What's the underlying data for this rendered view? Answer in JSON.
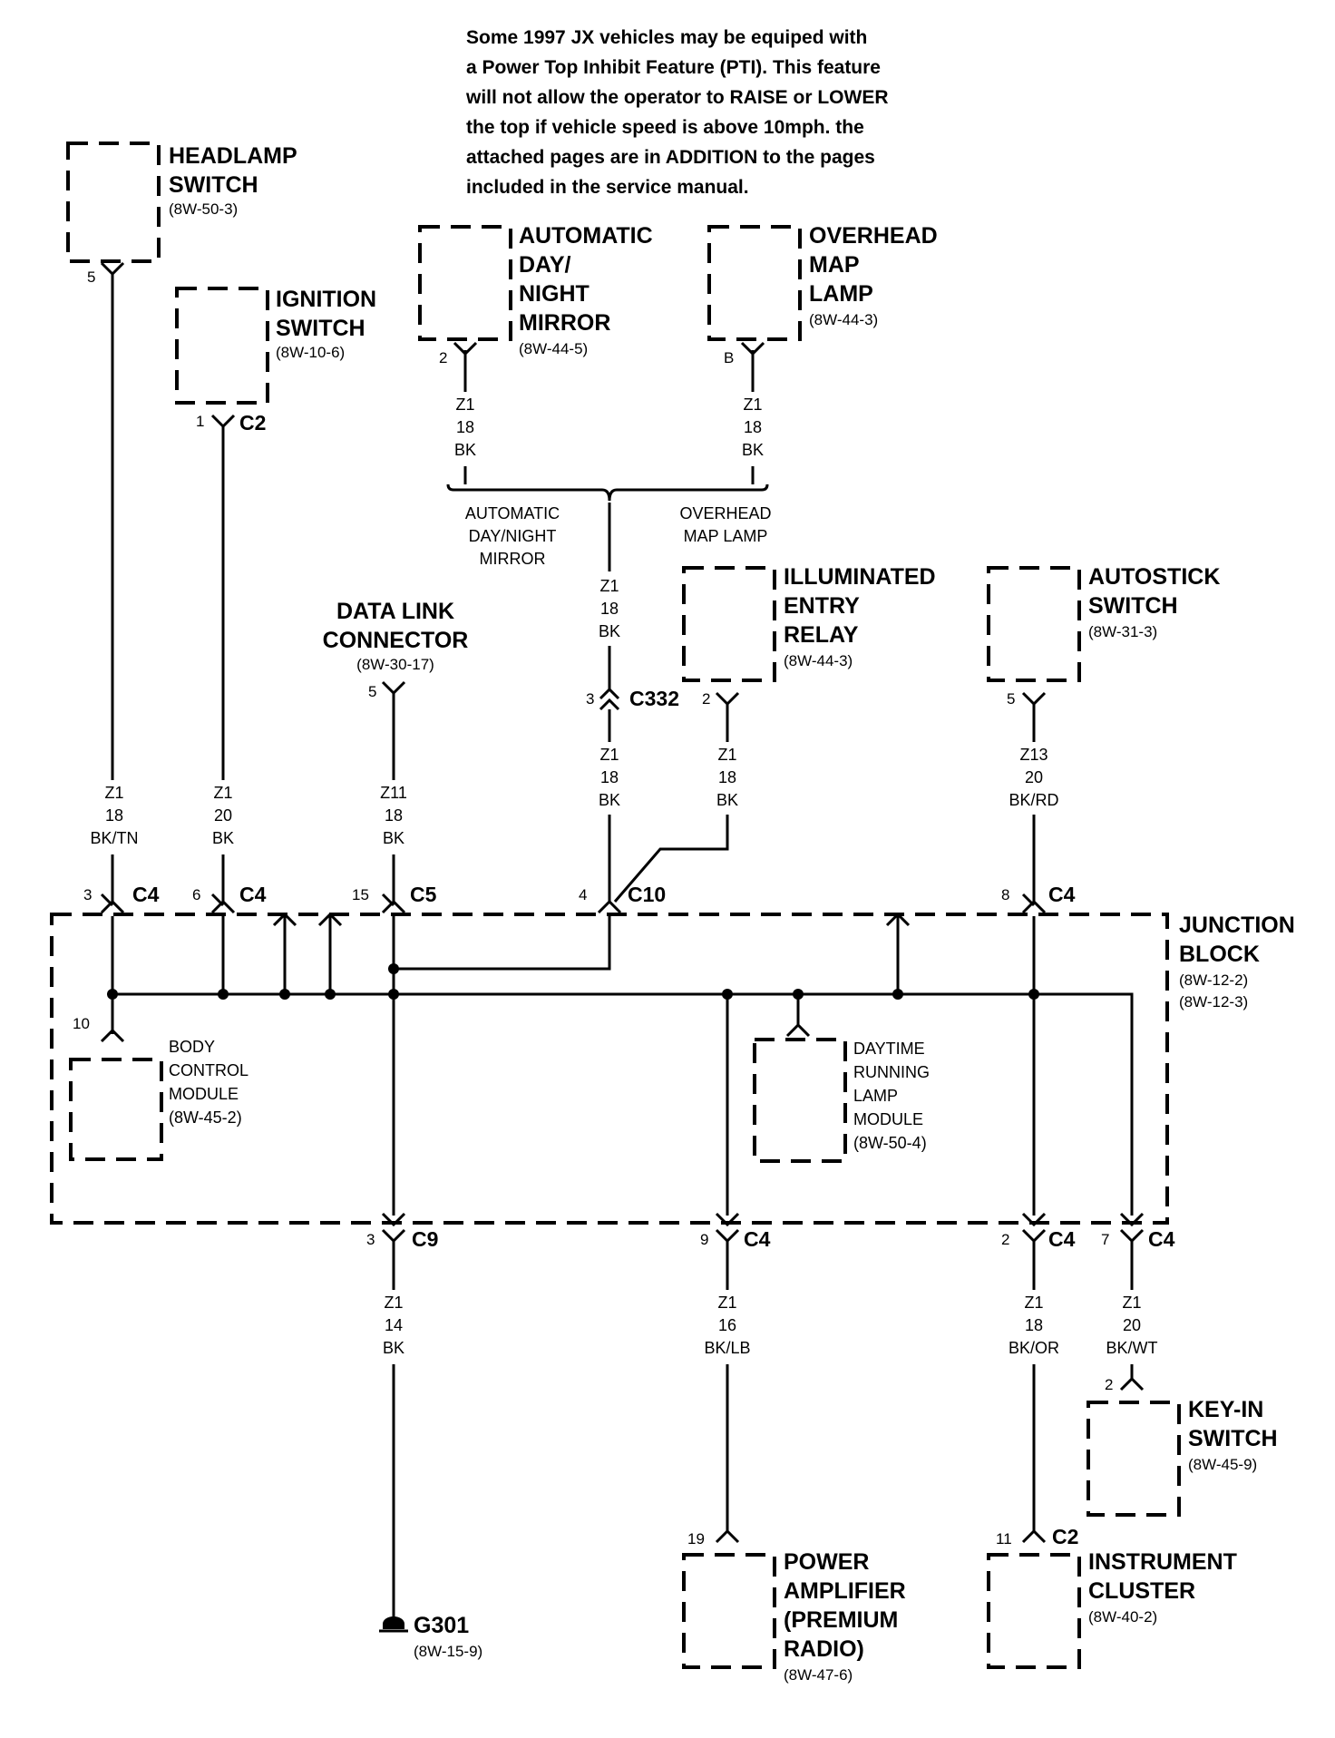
{
  "note": [
    "Some 1997 JX vehicles may be equiped with",
    "a Power Top Inhibit Feature (PTI). This feature",
    "will not allow the operator to RAISE or LOWER",
    "the top if vehicle speed is above 10mph. the",
    "attached pages are in ADDITION to the pages",
    "included in the service manual."
  ],
  "components": {
    "headlamp_switch": {
      "title": [
        "HEADLAMP",
        "SWITCH"
      ],
      "ref": "(8W-50-3)",
      "pin": "5"
    },
    "ignition_switch": {
      "title": [
        "IGNITION",
        "SWITCH"
      ],
      "ref": "(8W-10-6)",
      "pin": "1",
      "connector": "C2"
    },
    "auto_day_night_mirror": {
      "title": [
        "AUTOMATIC",
        "DAY/",
        "NIGHT",
        "MIRROR"
      ],
      "ref": "(8W-44-5)",
      "pin": "2"
    },
    "overhead_map_lamp": {
      "title": [
        "OVERHEAD",
        "MAP",
        "LAMP"
      ],
      "ref": "(8W-44-3)",
      "pin": "B"
    },
    "data_link_connector": {
      "title": [
        "DATA LINK",
        "CONNECTOR"
      ],
      "ref": "(8W-30-17)",
      "pin": "5"
    },
    "illuminated_entry_relay": {
      "title": [
        "ILLUMINATED",
        "ENTRY",
        "RELAY"
      ],
      "ref": "(8W-44-3)",
      "pin": "2"
    },
    "autostick_switch": {
      "title": [
        "AUTOSTICK",
        "SWITCH"
      ],
      "ref": "(8W-31-3)",
      "pin": "5"
    },
    "junction_block": {
      "title": [
        "JUNCTION",
        "BLOCK"
      ],
      "refs": [
        "(8W-12-2)",
        "(8W-12-3)"
      ]
    },
    "body_control_module": {
      "title": [
        "BODY",
        "CONTROL",
        "MODULE"
      ],
      "ref": "(8W-45-2)",
      "pin": "10"
    },
    "drl_module": {
      "title": [
        "DAYTIME",
        "RUNNING",
        "LAMP",
        "MODULE"
      ],
      "ref": "(8W-50-4)"
    },
    "key_in_switch": {
      "title": [
        "KEY-IN",
        "SWITCH"
      ],
      "ref": "(8W-45-9)",
      "pin": "2"
    },
    "power_amplifier": {
      "title": [
        "POWER",
        "AMPLIFIER",
        "(PREMIUM",
        "RADIO)"
      ],
      "ref": "(8W-47-6)",
      "pin": "19"
    },
    "instrument_cluster": {
      "title": [
        "INSTRUMENT",
        "CLUSTER"
      ],
      "ref": "(8W-40-2)",
      "pin": "11",
      "connector": "C2"
    },
    "ground": {
      "title": "G301",
      "ref": "(8W-15-9)"
    }
  },
  "splice_labels": {
    "left": [
      "AUTOMATIC",
      "DAY/NIGHT",
      "MIRROR"
    ],
    "right": [
      "OVERHEAD",
      "MAP LAMP"
    ]
  },
  "wires": {
    "mirror": [
      "Z1",
      "18",
      "BK"
    ],
    "map_lamp": [
      "Z1",
      "18",
      "BK"
    ],
    "splice_out": [
      "Z1",
      "18",
      "BK"
    ],
    "c332_down": [
      "Z1",
      "18",
      "BK"
    ],
    "relay": [
      "Z1",
      "18",
      "BK"
    ],
    "headlamp": [
      "Z1",
      "18",
      "BK/TN"
    ],
    "ignition": [
      "Z1",
      "20",
      "BK"
    ],
    "dlc": [
      "Z11",
      "18",
      "BK"
    ],
    "autostick": [
      "Z13",
      "20",
      "BK/RD"
    ],
    "ground": [
      "Z1",
      "14",
      "BK"
    ],
    "amplifier": [
      "Z1",
      "16",
      "BK/LB"
    ],
    "cluster": [
      "Z1",
      "18",
      "BK/OR"
    ],
    "key_in": [
      "Z1",
      "20",
      "BK/WT"
    ]
  },
  "connectors": {
    "c332": {
      "pin": "3",
      "name": "C332"
    },
    "top": [
      {
        "pin": "3",
        "name": "C4"
      },
      {
        "pin": "6",
        "name": "C4"
      },
      {
        "pin": "15",
        "name": "C5"
      },
      {
        "pin": "4",
        "name": "C10"
      },
      {
        "pin": "8",
        "name": "C4"
      }
    ],
    "bottom": [
      {
        "pin": "3",
        "name": "C9"
      },
      {
        "pin": "9",
        "name": "C4"
      },
      {
        "pin": "2",
        "name": "C4"
      },
      {
        "pin": "7",
        "name": "C4"
      }
    ]
  }
}
